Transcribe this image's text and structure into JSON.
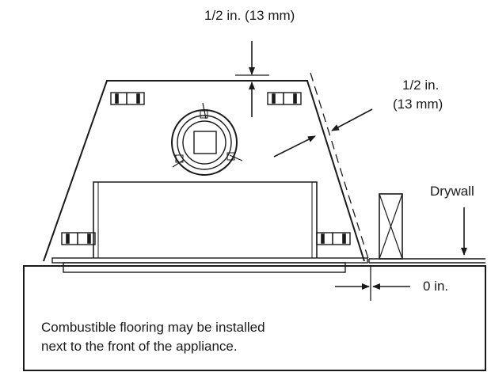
{
  "labels": {
    "top_clearance": "1/2 in. (13 mm)",
    "side_clearance_line1": "1/2 in.",
    "side_clearance_line2": "(13 mm)",
    "drywall": "Drywall",
    "front_clearance": "0 in."
  },
  "note": {
    "line1": "Combustible flooring may be installed",
    "line2": "next to the front of the appliance."
  }
}
